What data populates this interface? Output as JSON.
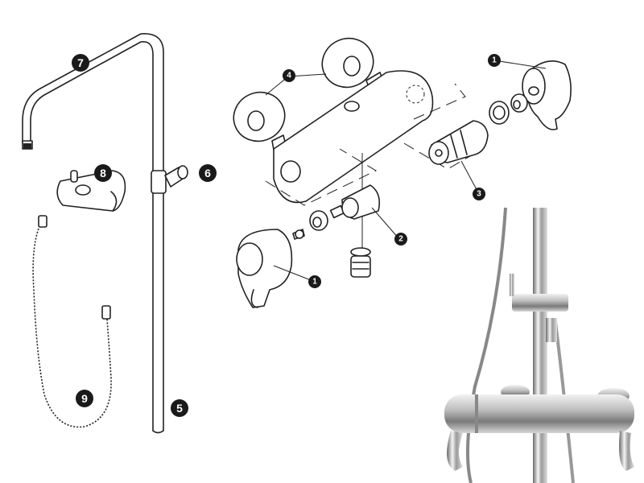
{
  "diagram": {
    "title": "Thermostatic shower mixer and riser rail kit exploded parts diagram",
    "callouts": {
      "c7": "7",
      "c8": "8",
      "c6": "6",
      "c9": "9",
      "c5": "5",
      "c4": "4",
      "c1a": "1",
      "c3": "3",
      "c2": "2",
      "c1b": "1"
    },
    "colors": {
      "ink": "#222222",
      "callout": "#1a1a1a",
      "chrome": "#c8c8c8"
    }
  }
}
